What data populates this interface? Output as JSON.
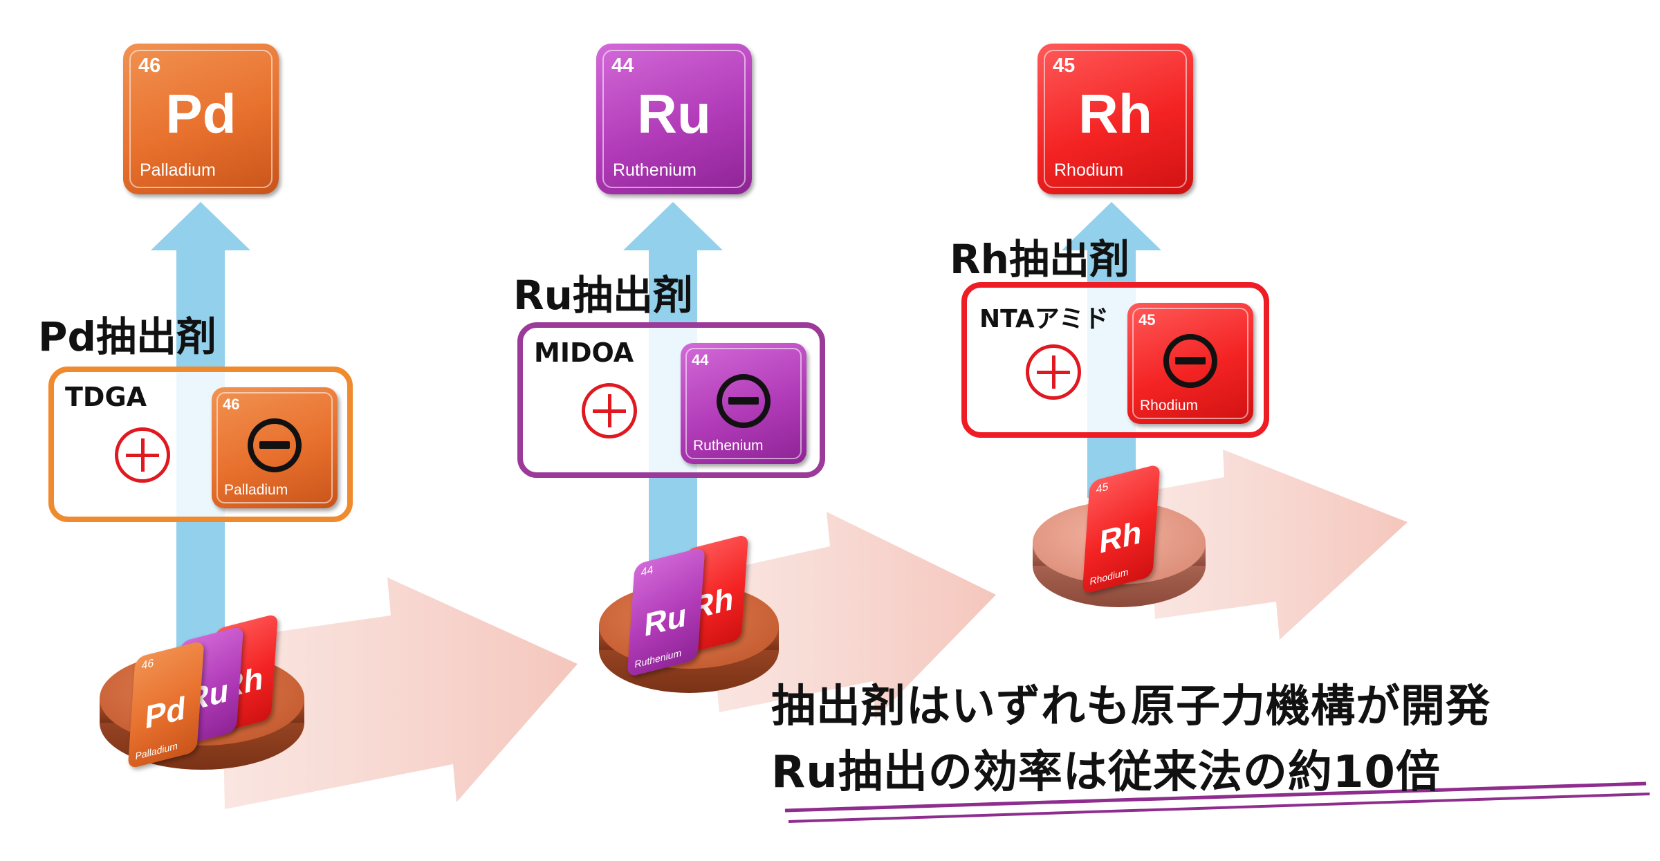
{
  "elements": {
    "pd": {
      "number": "46",
      "symbol": "Pd",
      "name": "Palladium",
      "color": "#e8702d"
    },
    "ru": {
      "number": "44",
      "symbol": "Ru",
      "name": "Ruthenium",
      "color": "#b13bb8"
    },
    "rh": {
      "number": "45",
      "symbol": "Rh",
      "name": "Rhodium",
      "color": "#f42323"
    }
  },
  "extractants": {
    "pd": {
      "label": "Pd抽出剤",
      "reagent": "TDGA",
      "border_color": "#f08a2e"
    },
    "ru": {
      "label": "Ru抽出剤",
      "reagent": "MIDOA",
      "border_color": "#9b3a98"
    },
    "rh": {
      "label": "Rh抽出剤",
      "reagent": "NTAアミド",
      "border_color": "#ee1c24"
    }
  },
  "caption": {
    "line1": "抽出剤はいずれも原子力機構が開発",
    "line2": "Ru抽出の効率は従来法の約10倍",
    "underline_color": "#8e2d8e"
  },
  "colors": {
    "flow_arrow": "#f4c9c0",
    "up_arrow": "#8ccdea",
    "plus_sign": "#e0181f"
  }
}
